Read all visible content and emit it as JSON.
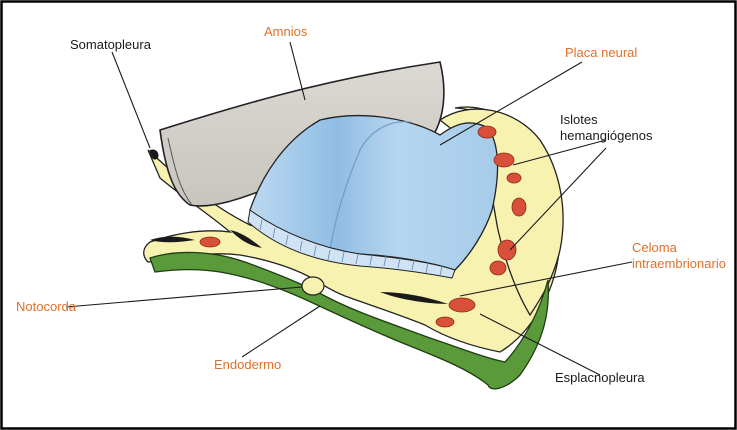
{
  "labels": {
    "somatopleura": "Somatopleura",
    "amnios": "Amnios",
    "placa_neural": "Placa neural",
    "islotes_line1": "Islotes",
    "islotes_line2": "hemangiógenos",
    "celoma_line1": "Celoma",
    "celoma_line2": "intraembrionario",
    "notocorda": "Notocorda",
    "endodermo": "Endodermo",
    "esplacnopleura": "Esplacnopleura"
  },
  "colors": {
    "frame": "#000000",
    "black_label": "#1a1a1a",
    "orange_label": "#e0702a",
    "amnion": "#d2cfca",
    "neural_plate": "#a9cdea",
    "mesoderm": "#f7f2b0",
    "endoderm": "#5a9a3a",
    "blood_islands": "#d9503a"
  }
}
